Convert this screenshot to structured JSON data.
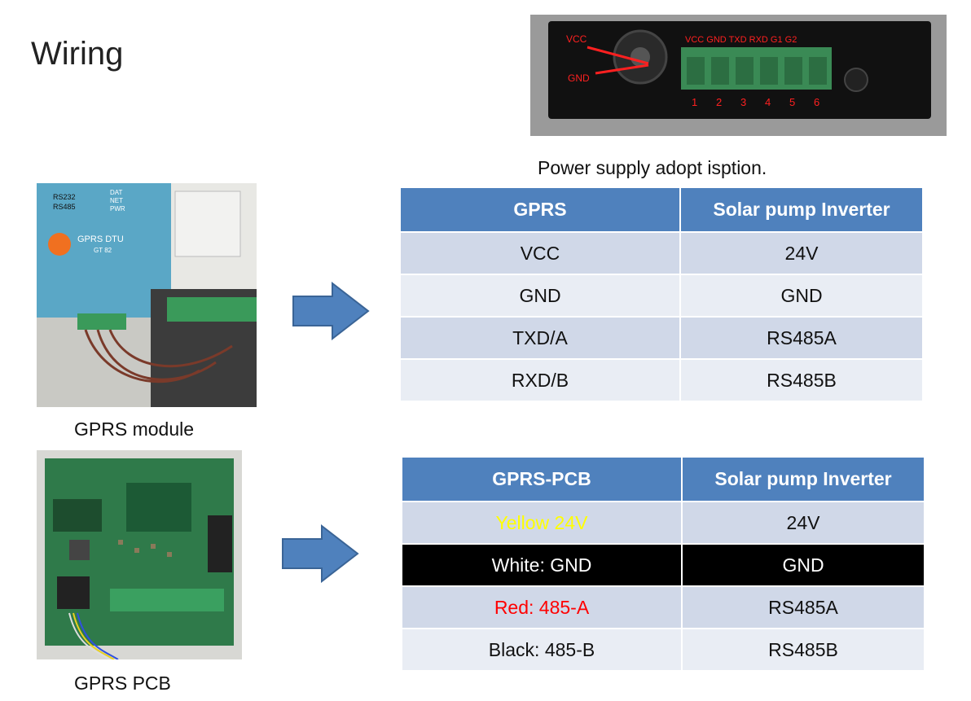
{
  "title": "Wiring",
  "terminal_photo": {
    "label_vcc": "VCC",
    "label_gnd": "GND",
    "label_pins": "VCC GND TXD RXD G1 G2",
    "pin_numbers": [
      "1",
      "2",
      "3",
      "4",
      "5",
      "6"
    ]
  },
  "power_caption": "Power supply adopt isption.",
  "gprs_module_caption": "GPRS module",
  "gprs_pcb_caption": "GPRS PCB",
  "module_photo": {
    "rs232": "RS232",
    "rs485": "RS485",
    "dat": "DAT",
    "net": "NET",
    "pwr": "PWR",
    "device_name": "GPRS DTU",
    "model": "GT 82"
  },
  "table1": {
    "headers": [
      "GPRS",
      "Solar pump Inverter"
    ],
    "rows": [
      [
        "VCC",
        "24V"
      ],
      [
        "GND",
        "GND"
      ],
      [
        "TXD/A",
        "RS485A"
      ],
      [
        "RXD/B",
        "RS485B"
      ]
    ]
  },
  "table2": {
    "headers": [
      "GPRS-PCB",
      "Solar pump Inverter"
    ],
    "rows": [
      [
        "Yellow 24V",
        "24V"
      ],
      [
        "White: GND",
        "GND"
      ],
      [
        "Red: 485-A",
        "RS485A"
      ],
      [
        "Black: 485-B",
        "RS485B"
      ]
    ]
  },
  "colors": {
    "header_bg": "#4f81bd",
    "row_odd": "#d0d8e8",
    "row_even": "#e9edf4",
    "arrow_fill": "#4f81bd",
    "yellow_text": "#ffff00",
    "red_text": "#ff0000"
  }
}
